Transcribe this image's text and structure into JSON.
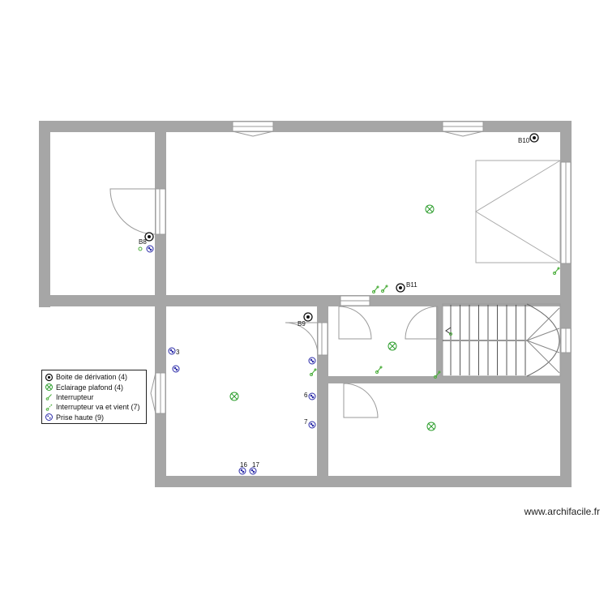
{
  "legend": {
    "items": [
      {
        "symbol": "junction-box",
        "label": "Boite de dérivation (4)"
      },
      {
        "symbol": "ceiling-light",
        "label": "Eclairage plafond (4)"
      },
      {
        "symbol": "switch",
        "label": "Interrupteur"
      },
      {
        "symbol": "two-way-switch",
        "label": "Interrupteur va et vient (7)"
      },
      {
        "symbol": "high-outlet",
        "label": "Prise haute (9)"
      }
    ]
  },
  "labels": {
    "box_b8": "B8",
    "box_b9": "B9",
    "box_b10": "B10",
    "box_b11": "B11",
    "outlet_3": "3",
    "outlet_6": "6",
    "outlet_7": "7",
    "outlet_16": "16",
    "outlet_17": "17"
  },
  "credit": "www.archifacile.fr",
  "colors": {
    "wall": "#a6a6a6",
    "lines": "#999999",
    "light": "#2e9e2e",
    "switch": "#4cae3c",
    "outlet": "#2a2aa8",
    "junction": "#111111"
  }
}
